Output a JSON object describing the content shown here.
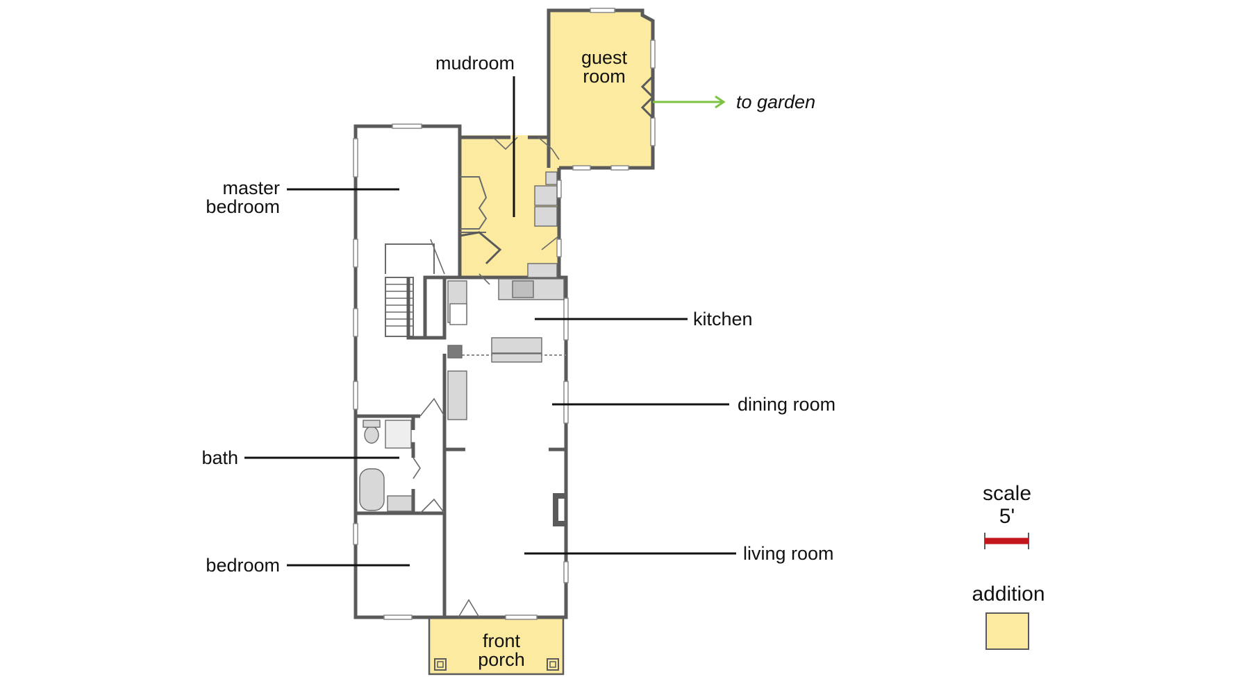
{
  "labels": {
    "mudroom": "mudroom",
    "guest_room_1": "guest",
    "guest_room_2": "room",
    "to_garden": "to garden",
    "master_bedroom_1": "master",
    "master_bedroom_2": "bedroom",
    "kitchen": "kitchen",
    "dining_room": "dining room",
    "bath": "bath",
    "living_room": "living room",
    "bedroom": "bedroom",
    "front_porch_1": "front",
    "front_porch_2": "porch"
  },
  "legend": {
    "scale_title": "scale",
    "scale_value": "5'",
    "addition": "addition"
  },
  "colors": {
    "addition": "#fbeaa0",
    "scale_bar": "#c0161c",
    "arrow": "#7ec242",
    "walls": "#5a5a5a"
  }
}
